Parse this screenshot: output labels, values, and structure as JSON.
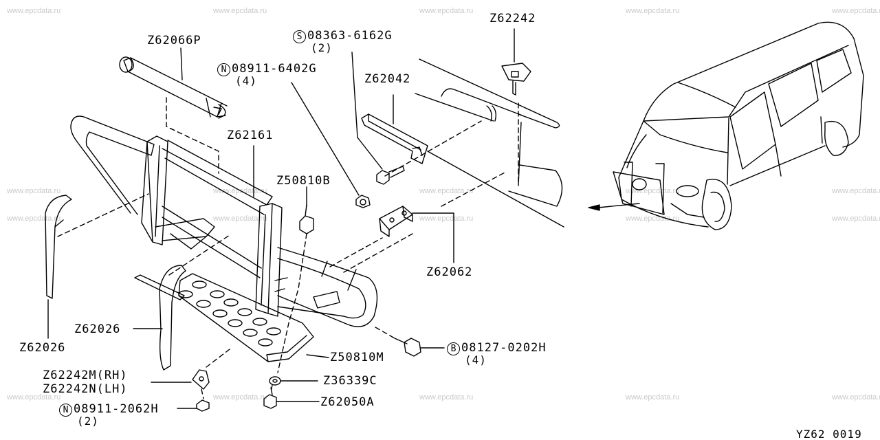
{
  "watermark": "www.epcdata.ru",
  "diagram_code": "YZ62 0019",
  "parts": {
    "z62066p": "Z62066P",
    "z62242": "Z62242",
    "bolt_s": {
      "prefix": "S",
      "number": "08363-6162G",
      "qty": "(2)"
    },
    "nut_n1": {
      "prefix": "N",
      "number": "08911-6402G",
      "qty": "(4)"
    },
    "z62042": "Z62042",
    "z62161": "Z62161",
    "z50810b": "Z50810B",
    "z62062": "Z62062",
    "z62026_left": "Z62026",
    "z62026_mid": "Z62026",
    "z50810m": "Z50810M",
    "bolt_b": {
      "prefix": "B",
      "number": "08127-0202H",
      "qty": "(4)"
    },
    "z62242m": "Z62242M(RH)",
    "z62242n": "Z62242N(LH)",
    "z36339c": "Z36339C",
    "nut_n2": {
      "prefix": "N",
      "number": "08911-2062H",
      "qty": "(2)"
    },
    "z62050a": "Z62050A"
  }
}
